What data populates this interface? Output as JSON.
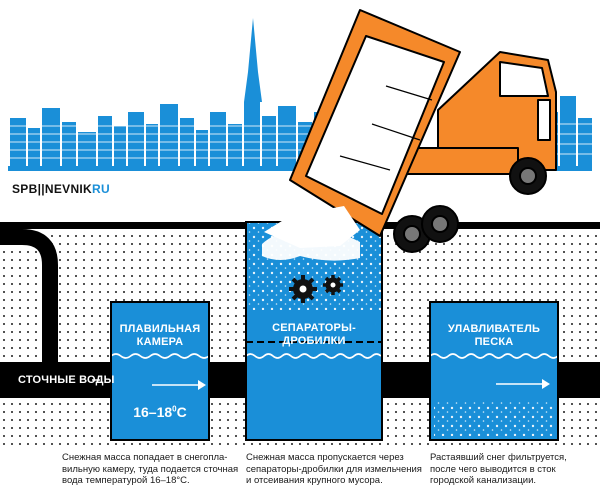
{
  "logo": {
    "main": "SPB||NEVNIK",
    "suffix": "RU"
  },
  "chambers": {
    "melting": {
      "label": "ПЛАВИЛЬНАЯ КАМЕРА",
      "temp_value": "16–18",
      "temp_unit": "С"
    },
    "separators": {
      "label": "СЕПАРАТОРЫ-ДРОБИЛКИ"
    },
    "sand_trap": {
      "label": "УЛАВЛИВАТЕЛЬ ПЕСКА"
    }
  },
  "pipe": {
    "label": "СТОЧНЫЕ ВОДЫ"
  },
  "captions": {
    "melting": [
      "Снежная масса попадает в снегопла-",
      "вильную камеру, туда подается сточная",
      "вода температурой 16–18°С."
    ],
    "separators": [
      "Снежная масса пропускается через",
      "сепараторы-дробилки для измельчения",
      "и отсеивания крупного мусора."
    ],
    "sand_trap": [
      "Растаявший снег фильтруется,",
      "после чего выводится в сток",
      "городской канализации."
    ]
  },
  "colors": {
    "water": "#1a8fd8",
    "truck": "#f5892a",
    "skyline": "#1a8fd8",
    "ground_dots": "#222222",
    "pipe": "#000000"
  }
}
